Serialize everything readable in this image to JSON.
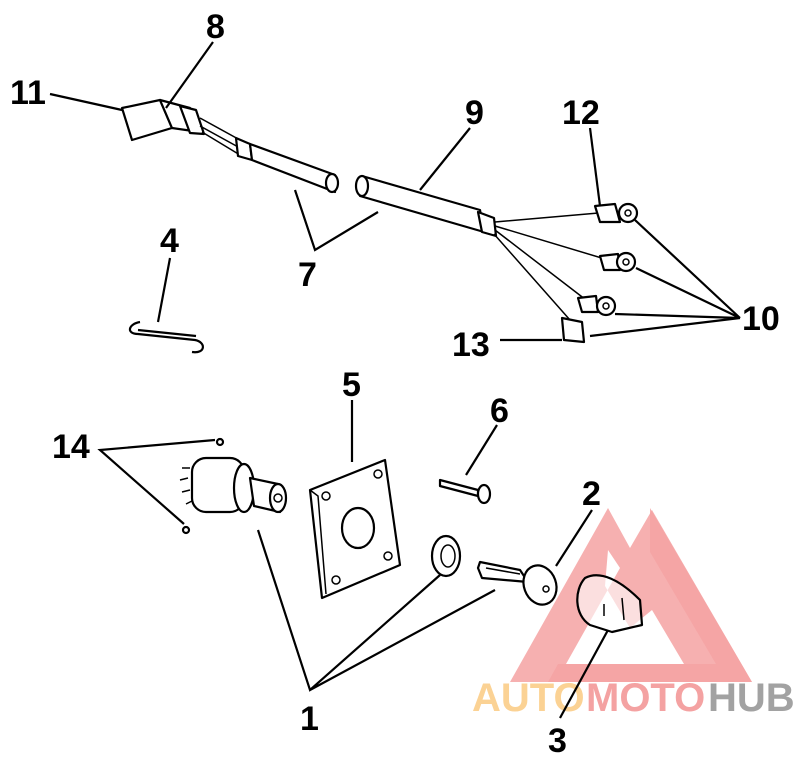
{
  "diagram": {
    "title": "Ignition switch and wiring harness exploded view",
    "callouts": {
      "c1": "1",
      "c2": "2",
      "c3": "3",
      "c4": "4",
      "c5": "5",
      "c6": "6",
      "c7": "7",
      "c8": "8",
      "c9": "9",
      "c10": "10",
      "c11": "11",
      "c12": "12",
      "c13": "13",
      "c14": "14"
    }
  },
  "watermark": {
    "part1": "AUTO",
    "part2": "MOTO",
    "part3": "HUB",
    "colors": {
      "auto": "#fbc77a",
      "moto": "#f28c8c",
      "hub": "#8c8c8c",
      "triangle": "#f28c8c"
    }
  }
}
